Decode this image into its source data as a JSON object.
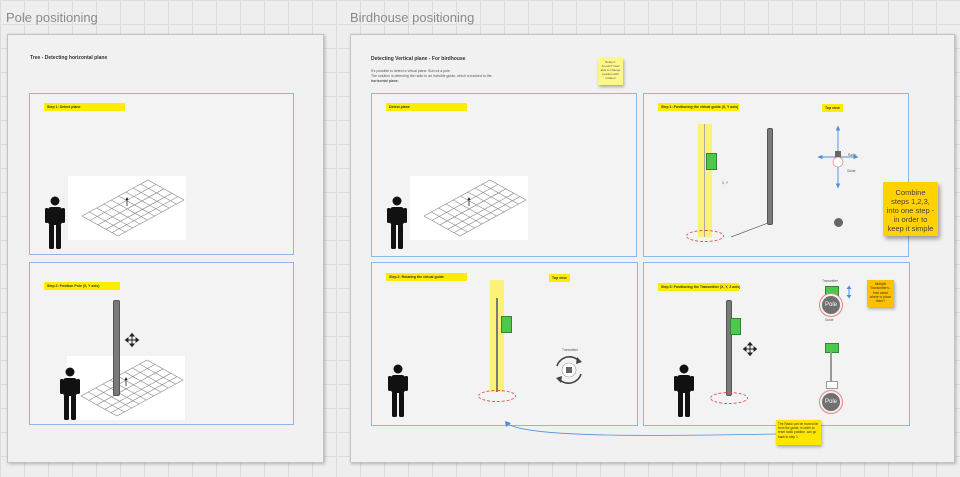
{
  "frames": {
    "left": {
      "title": "Pole positioning",
      "heading": "Tree - Detecting horizontal plane",
      "step1_label": "Step 1: Detect plane",
      "step2_label": "Step 2: Position Pole (X, Y axis)"
    },
    "right": {
      "title": "Birdhouse positioning",
      "heading": "Detecting Vertical plane - For birdhouse",
      "desc_line1": "It's possible to detect a virtual plane. But not a pole.",
      "desc_line2": "The solution is detecting the radio to an invisible guide, which is tracked to the",
      "desc_line3": "horizontal plane.",
      "detect_label": "Detect plane",
      "step1_label": "Step 1: Positioning the virtual guide (X, Y axis)",
      "step2_label": "Step 2: Rotating the virtual guide",
      "step3_label": "Step 3: Positioning the Transmitter (X, Y, Z axis)",
      "top_view": "Top view",
      "top_view2": "Top view"
    }
  },
  "labels": {
    "radio": "Radio",
    "guide": "Guide",
    "transmitter": "Transmitter",
    "transmitter2": "Transmitter",
    "guide2": "Guide",
    "pole": "Pole",
    "pole2": "Pole",
    "xy": "X, Y"
  },
  "notes": {
    "top_sticky": "Scale it: Arrows? User able to change position with rotation",
    "combine_steps": "Combine steps 1,2,3, into one step - in order to keep it simple",
    "orange_sticky": "Multiple Transmitter's - how about where to place them?",
    "radio_note": "The Radio can be moved far from the guide, in order to reset radio position, can go back to step 1"
  },
  "colors": {
    "accent_yellow": "#ffec00",
    "step_border": "#8fb6e6",
    "guide_green": "#4cc84c",
    "arrow_blue": "#4a90d9"
  }
}
